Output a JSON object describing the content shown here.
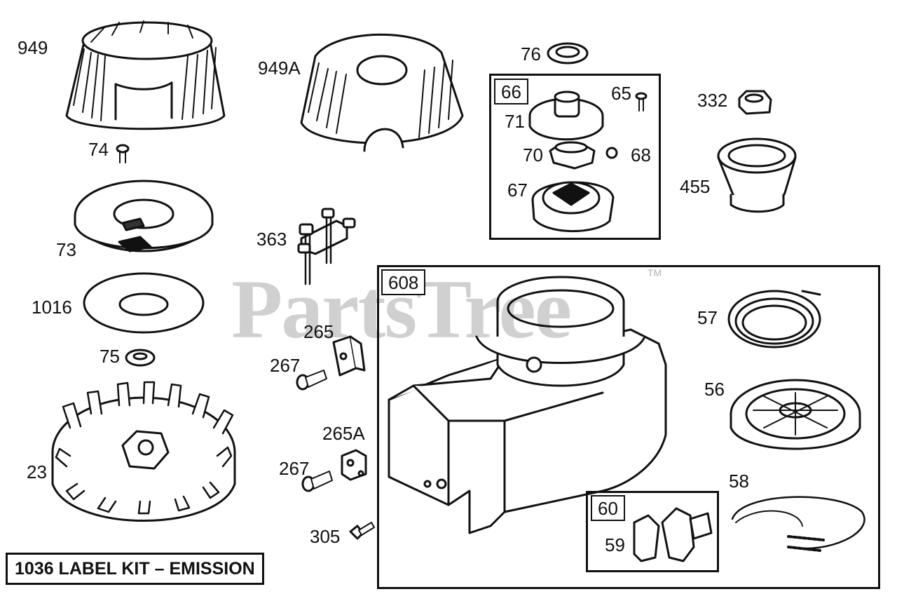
{
  "watermark": {
    "text": "PartsTree",
    "mark": "TM"
  },
  "kit_label": "1036 LABEL KIT – EMISSION",
  "groups": {
    "g66": "66",
    "g608": "608",
    "g60": "60"
  },
  "parts": {
    "p949": "949",
    "p949A": "949A",
    "p76": "76",
    "p74": "74",
    "p65": "65",
    "p332": "332",
    "p71": "71",
    "p70": "70",
    "p68": "68",
    "p455": "455",
    "p67": "67",
    "p73": "73",
    "p363": "363",
    "p1016": "1016",
    "p57": "57",
    "p265": "265",
    "p75": "75",
    "p267a": "267",
    "p56": "56",
    "p265A": "265A",
    "p267b": "267",
    "p23": "23",
    "p58": "58",
    "p60": "60",
    "p59": "59",
    "p305": "305"
  }
}
